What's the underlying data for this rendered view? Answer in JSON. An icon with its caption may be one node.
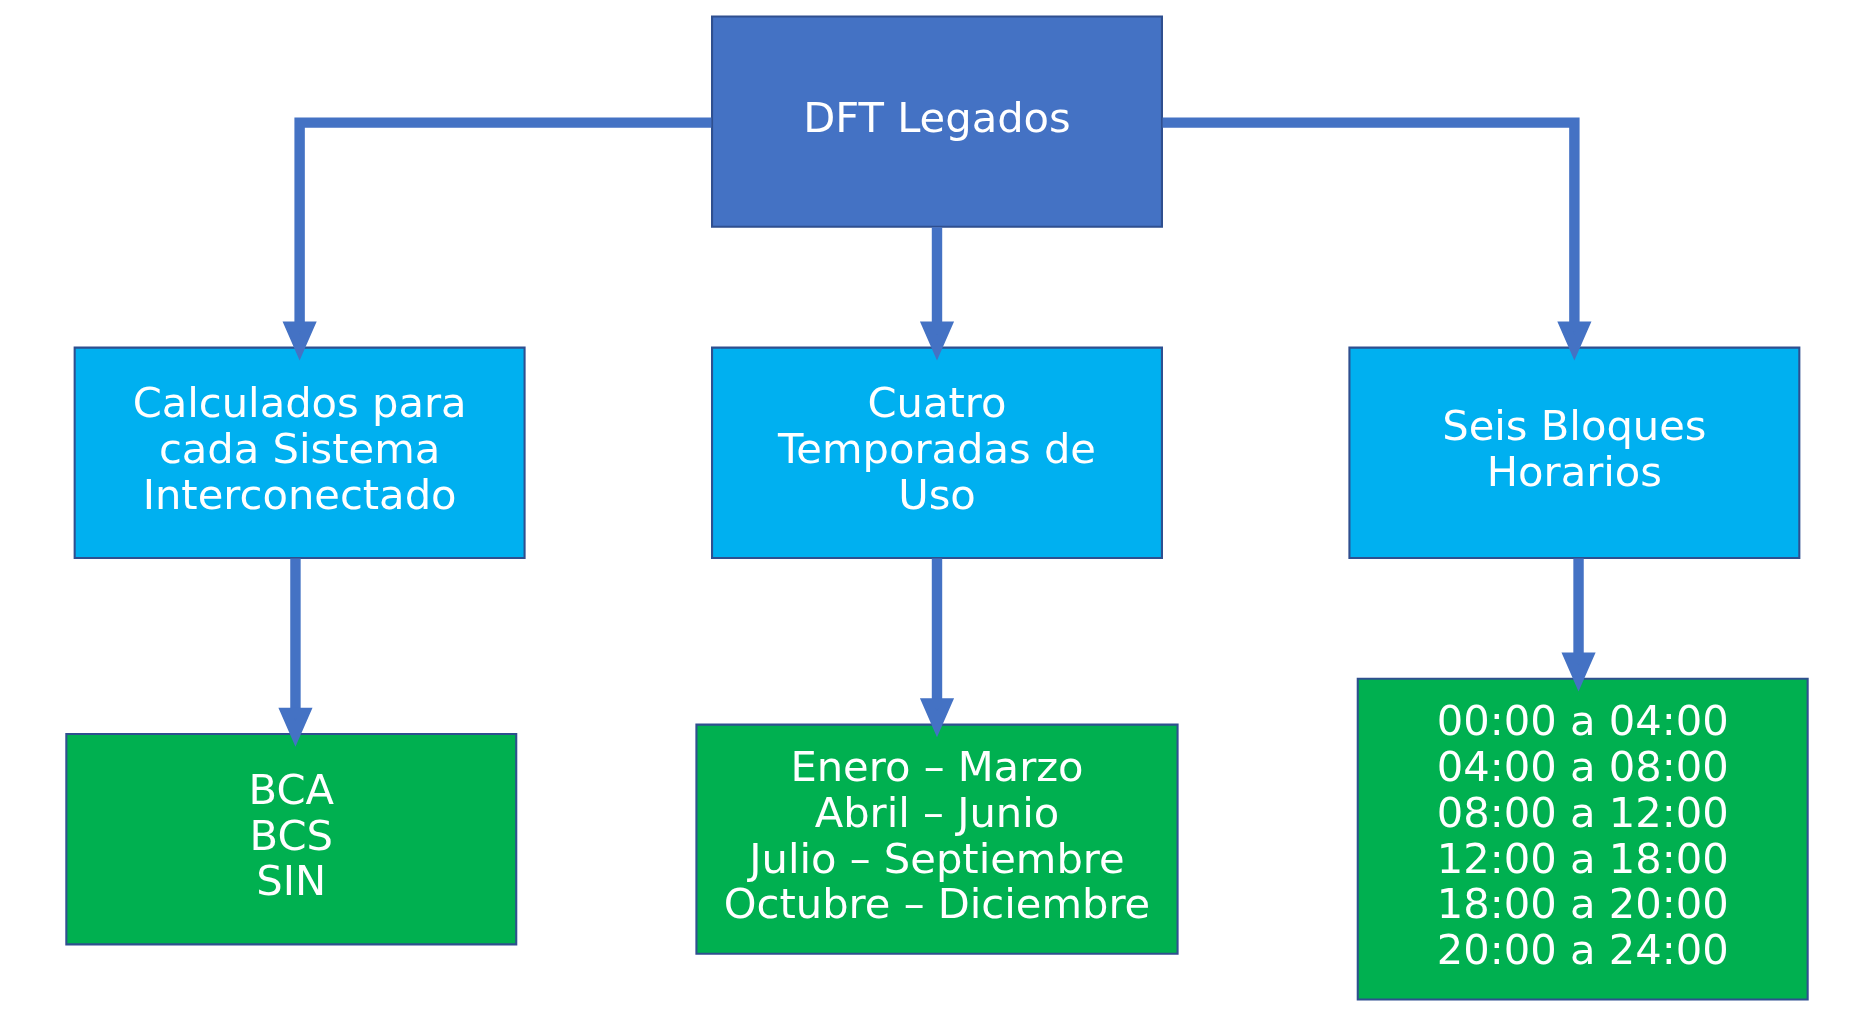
{
  "diagram": {
    "nodes": [
      {
        "text": [
          "DFT Legados"
        ]
      },
      {
        "text": [
          "Calculados para cada Sistema Interconectado"
        ]
      },
      {
        "text": [
          "Cuatro Temporadas de Uso"
        ]
      },
      {
        "text": [
          "Seis Bloques Horarios"
        ]
      },
      {
        "text": [
          "BCA",
          "BCS",
          "SIN"
        ]
      },
      {
        "text": [
          "Enero – Marzo",
          "Abril – Junio",
          "Julio – Septiembre",
          "Octubre – Diciembre"
        ]
      },
      {
        "text": [
          "00:00 a 04:00",
          "04:00 a 08:00",
          "08:00 a 12:00",
          "12:00 a 18:00",
          "18:00 a 20:00",
          "20:00 a 24:00"
        ]
      }
    ],
    "edges": [
      {
        "from": 0,
        "to": 1,
        "arrow": "to"
      },
      {
        "from": 0,
        "to": 2,
        "arrow": "to"
      },
      {
        "from": 0,
        "to": 3,
        "arrow": "to"
      },
      {
        "from": 1,
        "to": 4,
        "arrow": "to"
      },
      {
        "from": 2,
        "to": 5,
        "arrow": "to"
      },
      {
        "from": 3,
        "to": 6,
        "arrow": "to"
      }
    ]
  }
}
